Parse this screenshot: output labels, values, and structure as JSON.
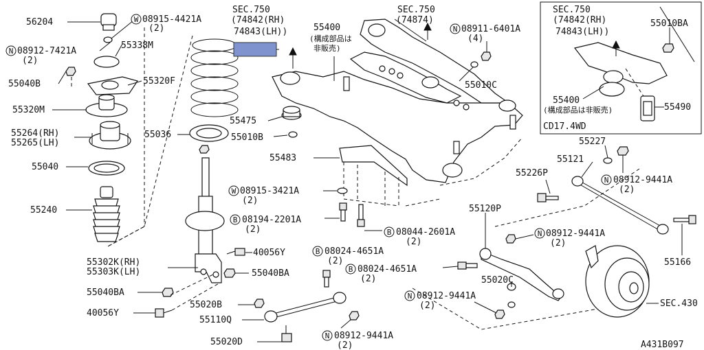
{
  "labels": {
    "p56204": "56204",
    "p08915_4421A": "08915-4421A",
    "p08915_4421A_qty": "(2)",
    "p08912_7421A": "08912-7421A",
    "p08912_7421A_qty": "(2)",
    "p55338M": "55338M",
    "p55040B": "55040B",
    "p55320F": "55320F",
    "p55320M": "55320M",
    "p55264RH": "55264(RH)",
    "p55265LH": "55265(LH)",
    "p55040": "55040",
    "p55240": "55240",
    "p55036": "55036",
    "p55302K": "55302K(RH)",
    "p55303K": "55303K(LH)",
    "p40056Y_a": "40056Y",
    "p55040BA_a": "55040BA",
    "p55040BA_b": "55040BA",
    "p40056Y_b": "40056Y",
    "sec750_a": "SEC.750",
    "sec750_a_rh": "(74842(RH)",
    "sec750_a_lh": "74843(LH))",
    "p55400": "55400",
    "p55400_note1": "(構成部品は",
    "p55400_note2": "非販売)",
    "sec750_b": "SEC.750",
    "sec750_b_num": "(74874)",
    "p08911_6401A": "08911-6401A",
    "p08911_6401A_qty": "(4)",
    "p55010C": "55010C",
    "p55475": "55475",
    "p55010B": "55010B",
    "p55483": "55483",
    "p08915_3421A": "08915-3421A",
    "p08915_3421A_qty": "(2)",
    "p08194_2201A": "08194-2201A",
    "p08194_2201A_qty": "(2)",
    "p08044_2601A": "08044-2601A",
    "p08044_2601A_qty": "(2)",
    "p08024_4651A_a": "08024-4651A",
    "p08024_4651A_a_qty": "(2)",
    "p08024_4651A_b": "08024-4651A",
    "p08024_4651A_b_qty": "(2)",
    "p55020B": "55020B",
    "p55110Q": "55110Q",
    "p55020D": "55020D",
    "p08912_9441A_a": "08912-9441A",
    "p08912_9441A_a_qty": "(2)",
    "p55120P": "55120P",
    "p08912_9441A_b": "08912-9441A",
    "p08912_9441A_b_qty": "(2)",
    "p55020C": "55020C",
    "p08912_9441A_c": "08912-9441A",
    "p08912_9441A_c_qty": "(2)",
    "sec430": "SEC.430",
    "p55227": "55227",
    "p55121": "55121",
    "p55226P": "55226P",
    "p08912_9441A_d": "08912-9441A",
    "p08912_9441A_d_qty": "(2)",
    "p55166": "55166",
    "inset_sec750": "SEC.750",
    "inset_rh": "(74842(RH)",
    "inset_lh": "74843(LH))",
    "inset_55010BA": "55010BA",
    "inset_55400": "55400",
    "inset_55400_note": "(構成部品は非販売)",
    "inset_55490": "55490",
    "inset_model": "CD17.4WD",
    "diagram_id": "A431B097"
  },
  "prefix_marks": {
    "W": "W",
    "N": "N",
    "B": "B"
  },
  "colors": {
    "line": "#111111",
    "highlight": "#7f93cf"
  }
}
